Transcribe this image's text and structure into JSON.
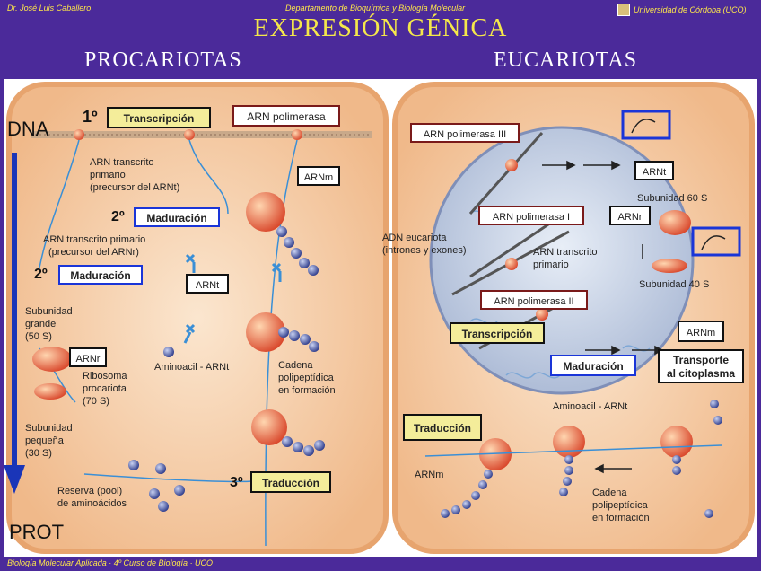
{
  "header": {
    "author": "Dr. José Luis Caballero",
    "department": "Departamento de Bioquímica y Biología Molecular",
    "university": "Universidad de Córdoba (UCO)"
  },
  "title": "EXPRESIÓN GÉNICA",
  "left_title": "PROCARIOTAS",
  "right_title": "EUCARIOTAS",
  "footer": "Biología Molecular Aplicada · 4º Curso de Biología · UCO",
  "colors": {
    "background": "#4b2a9a",
    "title": "#f5e84a",
    "cell": "#f4c9a0",
    "arrow": "#1a35b8"
  },
  "prokaryote": {
    "dna": "DNA",
    "prot": "PROT",
    "step1": "1º",
    "step2a": "2º",
    "step2b": "2º",
    "step3": "3º",
    "transcripcion": "Transcripción",
    "arn_polimerasa": "ARN polimerasa",
    "arn_transcrito_1": "ARN transcrito",
    "arn_transcrito_2": "primario",
    "arn_transcrito_3": "(precursor del ARNt)",
    "arnm": "ARNm",
    "maduracion_1": "Maduración",
    "arn_primario_1": "ARN transcrito primario",
    "arn_primario_2": "(precursor del ARNr)",
    "maduracion_2": "Maduración",
    "arnt": "ARNt",
    "subunidad_grande_1": "Subunidad",
    "subunidad_grande_2": "grande",
    "subunidad_grande_3": "(50 S)",
    "arnr": "ARNr",
    "ribosoma_1": "Ribosoma",
    "ribosoma_2": "procariota",
    "ribosoma_3": "(70 S)",
    "aminoacil": "Aminoacil - ARNt",
    "cadena_1": "Cadena",
    "cadena_2": "polipeptídica",
    "cadena_3": "en formación",
    "subunidad_peq_1": "Subunidad",
    "subunidad_peq_2": "pequeña",
    "subunidad_peq_3": "(30 S)",
    "traduccion": "Traducción",
    "reserva_1": "Reserva (pool)",
    "reserva_2": "de aminoácidos"
  },
  "eukaryote": {
    "arn_pol_3": "ARN polimerasa III",
    "arnt": "ARNt",
    "subunidad_60": "Subunidad 60 S",
    "arnr": "ARNr",
    "arn_pol_1": "ARN polimerasa I",
    "adn_1": "ADN eucariota",
    "adn_2": "(intrones y exones)",
    "arn_trans_1": "ARN transcrito",
    "arn_trans_2": "primario",
    "subunidad_40": "Subunidad 40 S",
    "arn_pol_2": "ARN polimerasa II",
    "transcripcion": "Transcripción",
    "arnm": "ARNm",
    "maduracion": "Maduración",
    "transporte_1": "Transporte",
    "transporte_2": "al citoplasma",
    "aminoacil": "Aminoacil - ARNt",
    "traduccion": "Traducción",
    "arnm_2": "ARNm",
    "cadena_1": "Cadena",
    "cadena_2": "polipeptídica",
    "cadena_3": "en formación"
  }
}
